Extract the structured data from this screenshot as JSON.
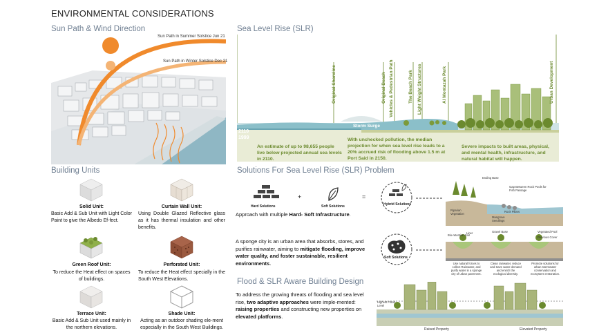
{
  "main_title": "ENVIRONMENTAL CONSIDERATIONS",
  "sun": {
    "heading": "Sun Path & Wind Direction",
    "summer_label": "Sun Path in Summer Solstice Jun 21",
    "winter_label": "Sun Path in Winter Solstice Dec 21",
    "colors": {
      "summer": "#f08a2c",
      "winter": "#f4b475"
    }
  },
  "slr": {
    "heading": "Sea Level Rise (SLR)",
    "vertical_labels": [
      "Original Shoreline",
      "Original Beach",
      "Vehicles & Pedestrian Path",
      "The Beach Park",
      "Light Weight Structures",
      "Al Montazah Park",
      "Urban Development"
    ],
    "storm_surge": "Storm Surge",
    "year_2110": "2110",
    "year_1999": "1999",
    "text_left": "An estimate of up to 98,655 people live below projected annual sea levels in 2110.",
    "text_mid": "With unchecked pollution, the median projection for when sea level rise leads to a 20% accrued risk of flooding above 1.5 m at Port Said in 2150.",
    "text_right": "Severe impacts to built areas, physical, and mental health, infrastructure, and natural habitat will happen."
  },
  "units": {
    "heading": "Building Units",
    "solid": {
      "title": "Solid Unit:",
      "desc": "Basic Add & Sub Unit with Light Color Paint to give the Albedo Ef-fect."
    },
    "curtain": {
      "title": "Curtain Wall Unit:",
      "desc": "Using Double Glazed Reflective glass as it has thermal insulation and other benefits."
    },
    "green": {
      "title": "Green Roof Unit:",
      "desc": "To reduce the Heat effect on spaces of buildings."
    },
    "perforated": {
      "title": "Perforated Unit:",
      "desc": "To reduce the Heat effect specially in the South West Elevations."
    },
    "terrace": {
      "title": "Terrace Unit:",
      "desc": "Basic Add & Sub Unit used mainly in the northern elevations."
    },
    "shade": {
      "title": "Shade Unit:",
      "desc": "Acting as an outdoor shading ele-ment especially in the South West Buildings."
    }
  },
  "solutions": {
    "heading": "Solutions For Sea Level Rise (SLR) Problem",
    "hard": "Hard Solutions",
    "soft": "Soft Solutions",
    "hybrid": "Hybrid Solutions",
    "plus": "+",
    "equals": "=",
    "approach_pre": "Approach with multiple ",
    "approach_bold": "Hard- Soft Infrastructure",
    "approach_post": ".",
    "sponge_pre": "A sponge city is an urban area that absorbs, stores, and purifies rainwater, aiming to ",
    "sponge_bold": "mitigate flooding, improve water quality, and foster sustainable, resilient environments",
    "sponge_post": ".",
    "soft_circle": "Soft Solutions",
    "hybrid_diagram_labels": [
      "Ending Base",
      "Gap Between Rock Pools for Fish Passage",
      "Riparian Vegetation",
      "Rock Pillars",
      "Mangrove Seedlings"
    ],
    "sponge_diagram_labels": [
      "Bio-retention Soil",
      "Liner",
      "Gravel Base",
      "Vegetated Pool",
      "Pervious Cover"
    ],
    "sponge_captions": [
      "Use natural forces to collect Rainwater, and purify water in a sponge city of urban pavement.",
      "Clean rainwater, reduce and Save water demand and enrich the ecological diversity.",
      "Promote solutions for urban stormwater conservation and ecosystem restoration."
    ]
  },
  "flood": {
    "heading": "Flood & SLR Aware Building Design",
    "p_pre": "To address the growing threats of flooding and sea level rise, ",
    "p_bold1": "two adaptive approaches",
    "p_mid": " were imple-mented: ",
    "p_bold2": "raising properties",
    "p_mid2": " and constructing new properties on ",
    "p_bold3": "elevated platforms",
    "p_post": ".",
    "highest_flood": "Highest Flood Level",
    "raised": "Raised Property",
    "elevated": "Elevated Property"
  }
}
